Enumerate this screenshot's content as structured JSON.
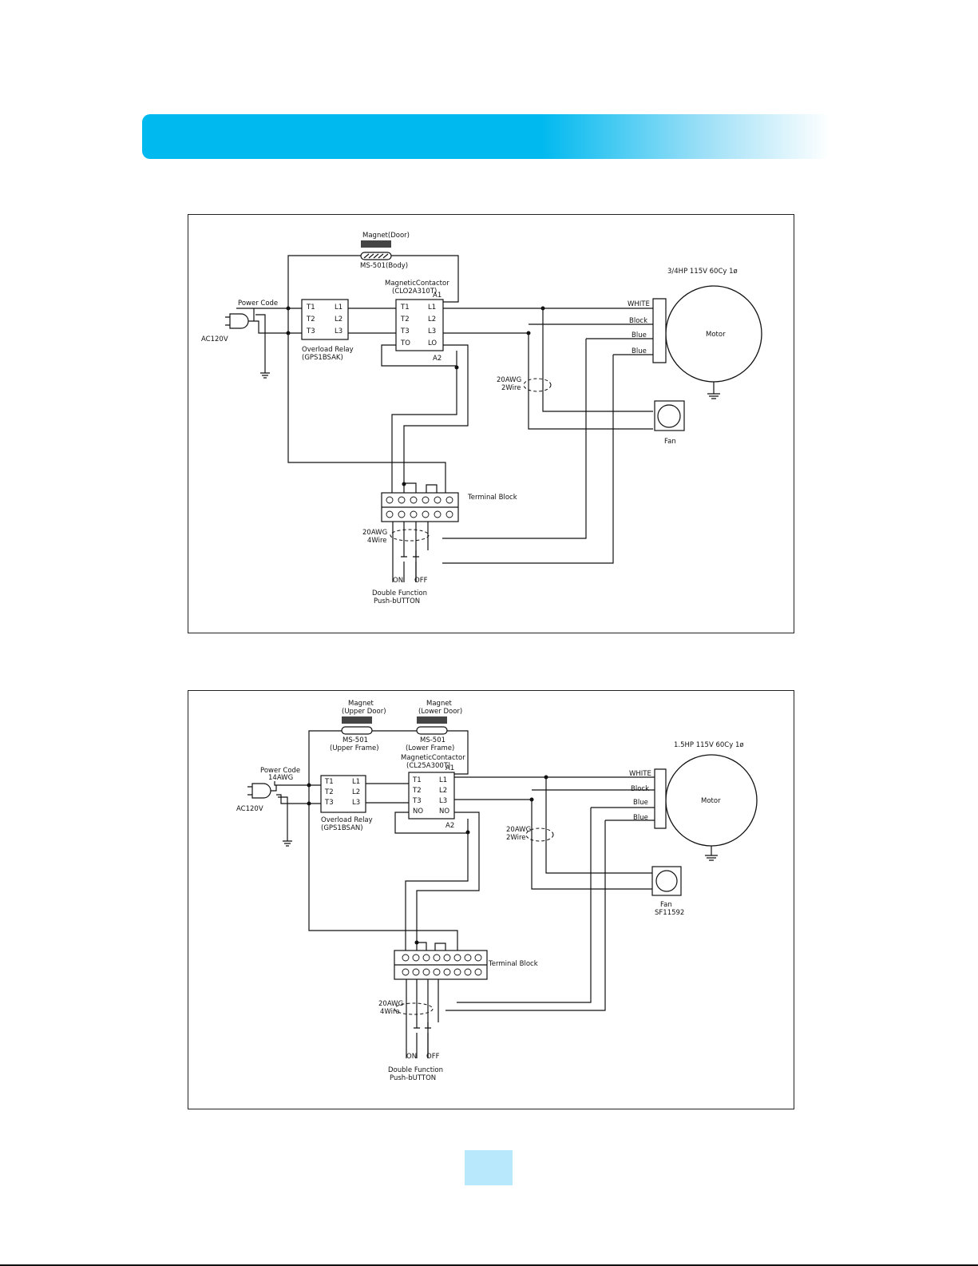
{
  "diagrams": [
    {
      "magnets": [
        {
          "label": "Magnet(Door)",
          "body": "MS-501(Body)"
        }
      ],
      "motor_spec": "3/4HP 115V 60Cy 1ø",
      "power_code": "Power Code",
      "power_code_sub": "",
      "supply": "AC120V",
      "relay": {
        "name": "Overload Relay",
        "model": "(GPS1BSAK)",
        "left": [
          "T1",
          "T2",
          "T3"
        ],
        "right": [
          "L1",
          "L2",
          "L3"
        ]
      },
      "contactor": {
        "name": "MagneticContactor",
        "model": "(CLO2A310T)",
        "left": [
          "T1",
          "T2",
          "T3",
          "TO"
        ],
        "right": [
          "L1",
          "L2",
          "L3",
          "LO"
        ],
        "a1": "A1",
        "a2": "A2"
      },
      "wires": [
        "WHITE",
        "Block",
        "Blue",
        "Blue"
      ],
      "motor": "Motor",
      "fan": "Fan",
      "fan_model": "",
      "wire_spec_motor": [
        "20AWG",
        "2Wire"
      ],
      "wire_spec_button": [
        "20AWG",
        "4Wire"
      ],
      "terminal_block": "Terminal Block",
      "terminal_count": 6,
      "button_labels": [
        "ON",
        "OFF"
      ],
      "button_caption": [
        "Double Function",
        "Push-bUTTON"
      ]
    },
    {
      "magnets": [
        {
          "label": "Magnet",
          "sub": "(Upper Door)",
          "body": "MS-501",
          "body_sub": "(Upper Frame)"
        },
        {
          "label": "Magnet",
          "sub": "(Lower Door)",
          "body": "MS-501",
          "body_sub": "(Lower Frame)"
        }
      ],
      "motor_spec": "1.5HP 115V 60Cy 1ø",
      "power_code": "Power Code",
      "power_code_sub": "14AWG",
      "supply": "AC120V",
      "relay": {
        "name": "Overload Relay",
        "model": "(GPS1BSAN)",
        "left": [
          "T1",
          "T2",
          "T3"
        ],
        "right": [
          "L1",
          "L2",
          "L3"
        ]
      },
      "contactor": {
        "name": "MagneticContactor",
        "model": "(CL25A300T)",
        "left": [
          "T1",
          "T2",
          "T3",
          "NO"
        ],
        "right": [
          "L1",
          "L2",
          "L3",
          "NO"
        ],
        "a1": "A1",
        "a2": "A2"
      },
      "wires": [
        "WHITE",
        "Block",
        "Blue",
        "Blue"
      ],
      "motor": "Motor",
      "fan": "Fan",
      "fan_model": "SF11592",
      "wire_spec_motor": [
        "20AWG",
        "2Wire"
      ],
      "wire_spec_button": [
        "20AWG",
        "4Wire"
      ],
      "terminal_block": "Terminal Block",
      "terminal_count": 8,
      "button_labels": [
        "ON",
        "OFF"
      ],
      "button_caption": [
        "Double Function",
        "Push-bUTTON"
      ]
    }
  ]
}
